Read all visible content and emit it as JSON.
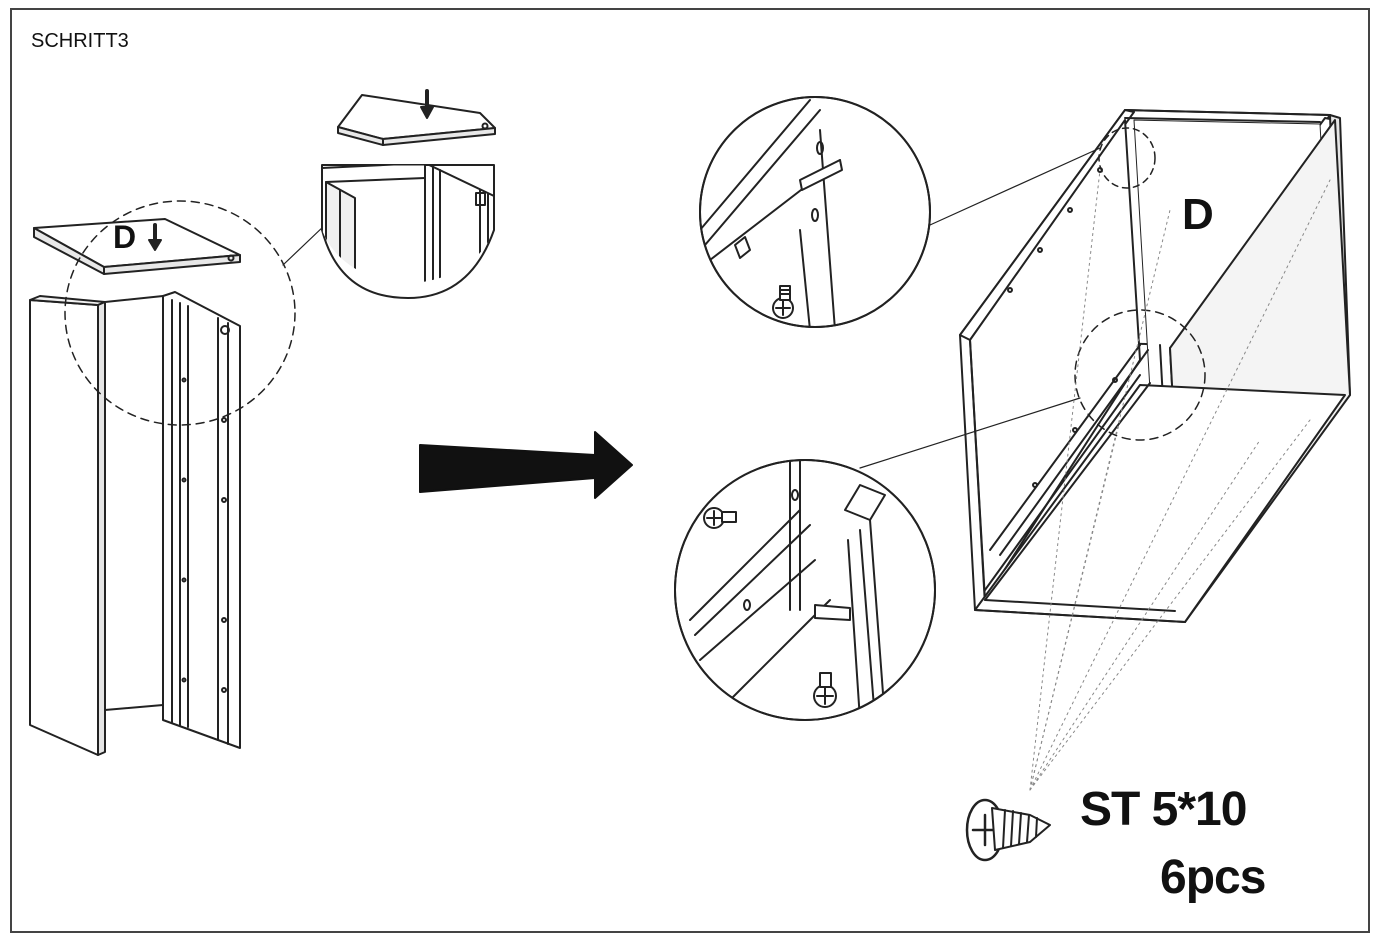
{
  "step": {
    "label": "SCHRITT3"
  },
  "parts": {
    "panel_label": "D"
  },
  "hardware": {
    "spec": "ST 5*10",
    "quantity": "6pcs"
  },
  "colors": {
    "line": "#222222",
    "background": "#ffffff",
    "shade": "#d8d8d8"
  }
}
